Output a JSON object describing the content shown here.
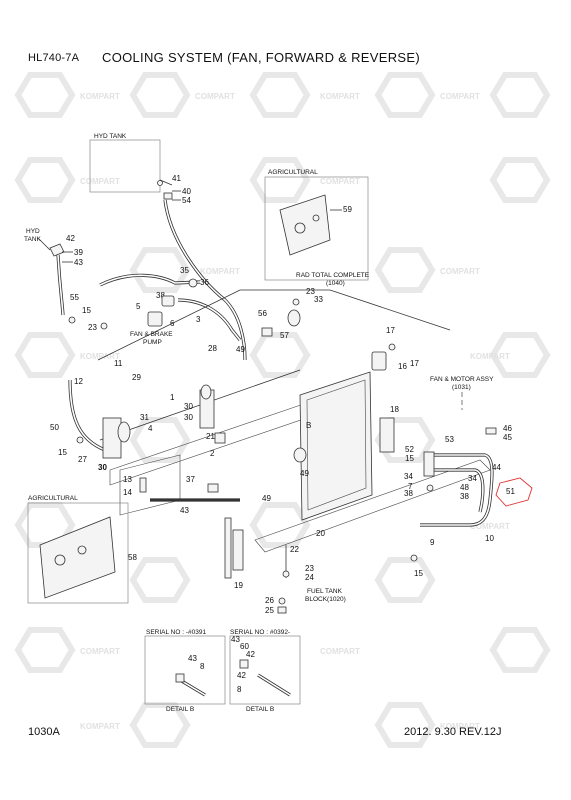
{
  "header": {
    "model": "HL740-7A",
    "title": "COOLING SYSTEM (FAN, FORWARD & REVERSE)"
  },
  "footer": {
    "page_code": "1030A",
    "date_rev": "2012. 9.30  REV.12J"
  },
  "watermark": {
    "brand_a": "KOMPART",
    "brand_b": "COMPART"
  },
  "labels": {
    "hyd_tank": "HYD TANK",
    "hyd_tank_side_1": "HYD",
    "hyd_tank_side_2": "TANK",
    "agricultural_top": "AGRICULTURAL",
    "agricultural_left": "AGRICULTURAL",
    "rad_total_1": "RAD TOTAL COMPLETE",
    "rad_total_2": "(1040)",
    "fan_brake_1": "FAN & BRAKE",
    "fan_brake_2": "PUMP",
    "fan_motor_1": "FAN & MOTOR ASSY",
    "fan_motor_2": "(1031)",
    "fuel_tank_1": "FUEL TANK",
    "fuel_tank_2": "BLOCK(1020)",
    "serial_a": "SERIAL NO : -#0391",
    "serial_b": "SERIAL NO : #0392-",
    "detail_a": "DETAIL B",
    "detail_b": "DETAIL B",
    "b_marker_1": "B",
    "b_marker_2": "B"
  },
  "part_numbers": {
    "p41": "41",
    "p40": "40",
    "p54": "54",
    "p42": "42",
    "p39": "39",
    "p43": "43",
    "p55": "55",
    "p15a": "15",
    "p23a": "23",
    "p35": "35",
    "p36": "36",
    "p5": "5",
    "p38a": "38",
    "p6": "6",
    "p3": "3",
    "p59": "59",
    "p23b": "23",
    "p33": "33",
    "p56": "56",
    "p57": "57",
    "p17a": "17",
    "p17b": "17",
    "p16": "16",
    "p28": "28",
    "p49a": "49",
    "p11": "11",
    "p12": "12",
    "p29": "29",
    "p1": "1",
    "p30a": "30",
    "p31": "31",
    "p4": "4",
    "p30b": "30",
    "p50": "50",
    "p21": "21",
    "p15b": "15",
    "p27": "27",
    "p30c": "30",
    "p2": "2",
    "p18": "18",
    "p53": "53",
    "p46": "46",
    "p45": "45",
    "p52": "52",
    "p15c": "15",
    "p49b": "49",
    "p44": "44",
    "p34a": "34",
    "p7": "7",
    "p38b": "38",
    "p34b": "34",
    "p48": "48",
    "p38c": "38",
    "p51": "51",
    "p13": "13",
    "p14": "14",
    "p37": "37",
    "p43b": "43",
    "p49c": "49",
    "p20": "20",
    "p10": "10",
    "p9": "9",
    "p15d": "15",
    "p58": "58",
    "p22": "22",
    "p23c": "23",
    "p24": "24",
    "p19": "19",
    "p26": "26",
    "p25": "25",
    "d43": "43",
    "d8": "8",
    "d42": "42",
    "d60": "60",
    "d43b": "43",
    "d42b": "42",
    "d8b": "8"
  },
  "colors": {
    "ink": "#111111",
    "highlight": "#e03030",
    "watermark": "#c9c9c9"
  }
}
